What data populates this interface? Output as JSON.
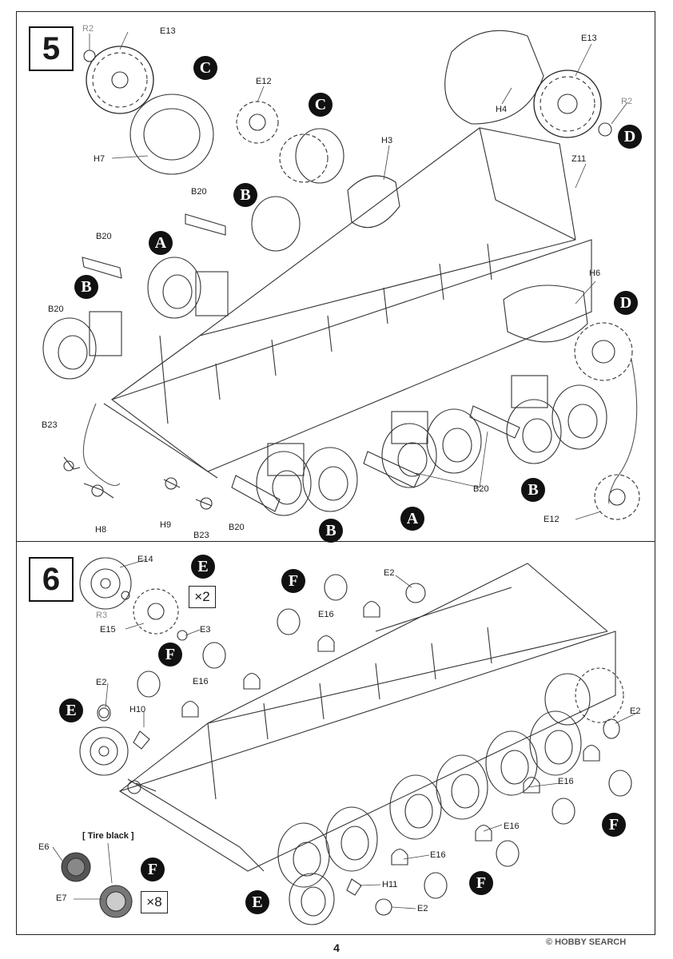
{
  "steps": {
    "step5": {
      "number": "5"
    },
    "step6": {
      "number": "6"
    }
  },
  "callouts": {
    "A": "A",
    "B": "B",
    "C": "C",
    "D": "D",
    "E": "E",
    "F": "F"
  },
  "parts": {
    "R2": "R2",
    "R3": "R3",
    "E2": "E2",
    "E3": "E3",
    "E6": "E6",
    "E7": "E7",
    "E12": "E12",
    "E13": "E13",
    "E14": "E14",
    "E15": "E15",
    "E16": "E16",
    "H3": "H3",
    "H4": "H4",
    "H6": "H6",
    "H7": "H7",
    "H8": "H8",
    "H9": "H9",
    "H10": "H10",
    "H11": "H11",
    "B20": "B20",
    "B23": "B23",
    "Z11": "Z11"
  },
  "quantities": {
    "E": "×2",
    "F": "×8"
  },
  "notes": {
    "tire": "[ Tire black ]"
  },
  "footer": {
    "page_number": "4",
    "watermark": "© HOBBY SEARCH"
  }
}
